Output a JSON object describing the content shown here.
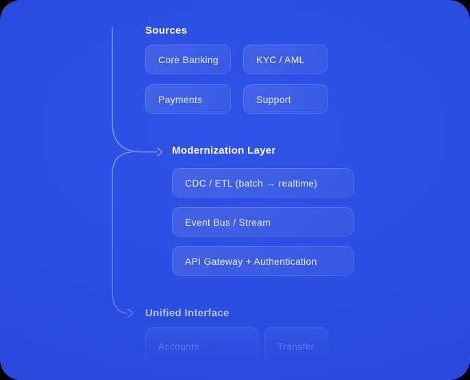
{
  "diagram": {
    "sources": {
      "title": "Sources",
      "items": {
        "core_banking": "Core Banking",
        "kyc_aml": "KYC / AML",
        "payments": "Payments",
        "support": "Support"
      }
    },
    "modernization": {
      "title": "Modernization Layer",
      "items": {
        "cdc_etl": "CDC / ETL (batch → realtime)",
        "event_bus": "Event Bus / Stream",
        "api_gateway": "API Gateway + Authentication"
      }
    },
    "unified": {
      "title": "Unified Interface",
      "items": {
        "accounts": "Accounts",
        "transfer": "Transfer"
      }
    }
  },
  "colors": {
    "page_background": "#000000",
    "card_blue": "#2b4ce0",
    "chip_fill": "rgba(255,255,255,0.08)",
    "chip_border": "rgba(255,255,255,0.17)",
    "heading_white": "#ffffff",
    "muted_heading": "rgba(255,255,255,0.66)",
    "connector_line": "rgba(255,255,255,0.42)"
  }
}
